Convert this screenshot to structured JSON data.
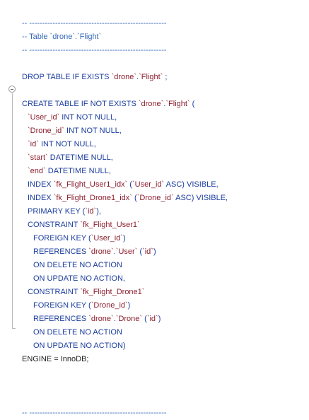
{
  "lines": [
    {
      "indent": 0,
      "type": "comment",
      "text": "-- -----------------------------------------------------"
    },
    {
      "indent": 0,
      "type": "comment",
      "text": "-- Table `drone`.`Flight`"
    },
    {
      "indent": 0,
      "type": "comment",
      "text": "-- -----------------------------------------------------"
    },
    {
      "indent": 0,
      "type": "blank",
      "text": ""
    },
    {
      "indent": 0,
      "type": "code",
      "tokens": [
        {
          "k": "kw",
          "t": "DROP TABLE IF EXISTS "
        },
        {
          "k": "ident",
          "t": "`drone`"
        },
        {
          "k": "kw",
          "t": "."
        },
        {
          "k": "ident",
          "t": "`Flight`"
        },
        {
          "k": "kw",
          "t": " ;"
        }
      ]
    },
    {
      "indent": 0,
      "type": "blank",
      "text": ""
    },
    {
      "indent": 0,
      "type": "code",
      "tokens": [
        {
          "k": "kw",
          "t": "CREATE TABLE IF NOT EXISTS "
        },
        {
          "k": "ident",
          "t": "`drone`"
        },
        {
          "k": "kw",
          "t": "."
        },
        {
          "k": "ident",
          "t": "`Flight`"
        },
        {
          "k": "kw",
          "t": " ("
        }
      ]
    },
    {
      "indent": 1,
      "type": "code",
      "tokens": [
        {
          "k": "ident",
          "t": "`User_id`"
        },
        {
          "k": "kw",
          "t": " INT NOT NULL,"
        }
      ]
    },
    {
      "indent": 1,
      "type": "code",
      "tokens": [
        {
          "k": "ident",
          "t": "`Drone_id`"
        },
        {
          "k": "kw",
          "t": " INT NOT NULL,"
        }
      ]
    },
    {
      "indent": 1,
      "type": "code",
      "tokens": [
        {
          "k": "ident",
          "t": "`id`"
        },
        {
          "k": "kw",
          "t": " INT NOT NULL,"
        }
      ]
    },
    {
      "indent": 1,
      "type": "code",
      "tokens": [
        {
          "k": "ident",
          "t": "`start`"
        },
        {
          "k": "kw",
          "t": " DATETIME NULL,"
        }
      ]
    },
    {
      "indent": 1,
      "type": "code",
      "tokens": [
        {
          "k": "ident",
          "t": "`end`"
        },
        {
          "k": "kw",
          "t": " DATETIME NULL,"
        }
      ]
    },
    {
      "indent": 1,
      "type": "code",
      "tokens": [
        {
          "k": "kw",
          "t": "INDEX "
        },
        {
          "k": "ident",
          "t": "`fk_Flight_User1_idx`"
        },
        {
          "k": "kw",
          "t": " ("
        },
        {
          "k": "ident",
          "t": "`User_id`"
        },
        {
          "k": "kw",
          "t": " ASC) VISIBLE,"
        }
      ]
    },
    {
      "indent": 1,
      "type": "code",
      "tokens": [
        {
          "k": "kw",
          "t": "INDEX "
        },
        {
          "k": "ident",
          "t": "`fk_Flight_Drone1_idx`"
        },
        {
          "k": "kw",
          "t": " ("
        },
        {
          "k": "ident",
          "t": "`Drone_id`"
        },
        {
          "k": "kw",
          "t": " ASC) VISIBLE,"
        }
      ]
    },
    {
      "indent": 1,
      "type": "code",
      "tokens": [
        {
          "k": "kw",
          "t": "PRIMARY KEY ("
        },
        {
          "k": "ident",
          "t": "`id`"
        },
        {
          "k": "kw",
          "t": "),"
        }
      ]
    },
    {
      "indent": 1,
      "type": "code",
      "tokens": [
        {
          "k": "kw",
          "t": "CONSTRAINT "
        },
        {
          "k": "ident",
          "t": "`fk_Flight_User1`"
        }
      ]
    },
    {
      "indent": 2,
      "type": "code",
      "tokens": [
        {
          "k": "kw",
          "t": "FOREIGN KEY ("
        },
        {
          "k": "ident",
          "t": "`User_id`"
        },
        {
          "k": "kw",
          "t": ")"
        }
      ]
    },
    {
      "indent": 2,
      "type": "code",
      "tokens": [
        {
          "k": "kw",
          "t": "REFERENCES "
        },
        {
          "k": "ident",
          "t": "`drone`"
        },
        {
          "k": "kw",
          "t": "."
        },
        {
          "k": "ident",
          "t": "`User`"
        },
        {
          "k": "kw",
          "t": " ("
        },
        {
          "k": "ident",
          "t": "`id`"
        },
        {
          "k": "kw",
          "t": ")"
        }
      ]
    },
    {
      "indent": 2,
      "type": "code",
      "tokens": [
        {
          "k": "kw",
          "t": "ON DELETE NO ACTION"
        }
      ]
    },
    {
      "indent": 2,
      "type": "code",
      "tokens": [
        {
          "k": "kw",
          "t": "ON UPDATE NO ACTION,"
        }
      ]
    },
    {
      "indent": 1,
      "type": "code",
      "tokens": [
        {
          "k": "kw",
          "t": "CONSTRAINT "
        },
        {
          "k": "ident",
          "t": "`fk_Flight_Drone1`"
        }
      ]
    },
    {
      "indent": 2,
      "type": "code",
      "tokens": [
        {
          "k": "kw",
          "t": "FOREIGN KEY ("
        },
        {
          "k": "ident",
          "t": "`Drone_id`"
        },
        {
          "k": "kw",
          "t": ")"
        }
      ]
    },
    {
      "indent": 2,
      "type": "code",
      "tokens": [
        {
          "k": "kw",
          "t": "REFERENCES "
        },
        {
          "k": "ident",
          "t": "`drone`"
        },
        {
          "k": "kw",
          "t": "."
        },
        {
          "k": "ident",
          "t": "`Drone`"
        },
        {
          "k": "kw",
          "t": " ("
        },
        {
          "k": "ident",
          "t": "`id`"
        },
        {
          "k": "kw",
          "t": ")"
        }
      ]
    },
    {
      "indent": 2,
      "type": "code",
      "tokens": [
        {
          "k": "kw",
          "t": "ON DELETE NO ACTION"
        }
      ]
    },
    {
      "indent": 2,
      "type": "code",
      "tokens": [
        {
          "k": "kw",
          "t": "ON UPDATE NO ACTION)"
        }
      ]
    },
    {
      "indent": 0,
      "type": "code",
      "tokens": [
        {
          "k": "plain",
          "t": "ENGINE = InnoDB;"
        }
      ]
    },
    {
      "indent": 0,
      "type": "blank",
      "text": ""
    },
    {
      "indent": 0,
      "type": "blank",
      "text": ""
    },
    {
      "indent": 0,
      "type": "blank",
      "text": ""
    },
    {
      "indent": 0,
      "type": "comment",
      "text": "-- -----------------------------------------------------"
    }
  ],
  "fold_icon": "fold-collapse-icon",
  "colors": {
    "comment": "#3468b8",
    "keyword": "#1b3d9e",
    "identifier": "#8b1e2d",
    "plain": "#222222",
    "background": "#ffffff"
  }
}
